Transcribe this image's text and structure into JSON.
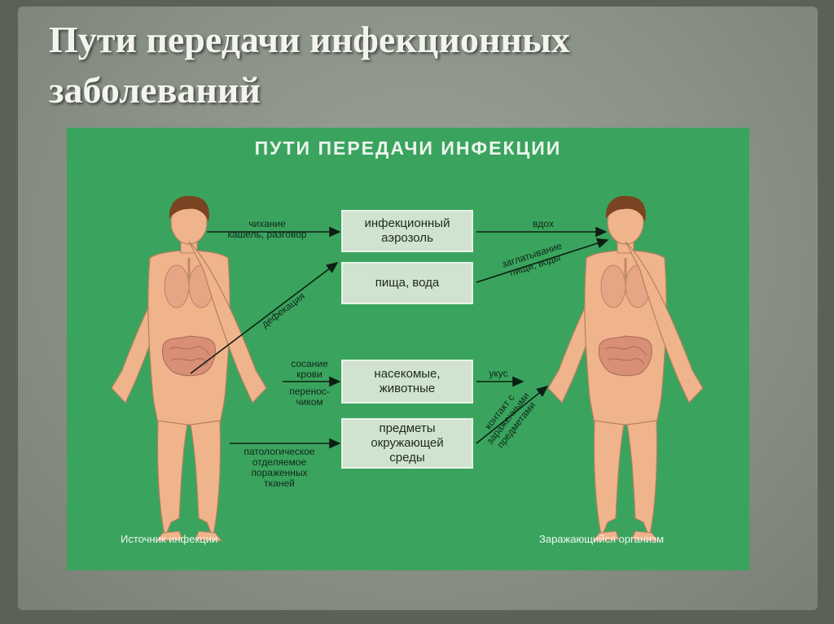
{
  "slide_title": [
    "Пути передачи инфекционных",
    "заболеваний"
  ],
  "figure": {
    "title": "ПУТИ ПЕРЕДАЧИ ИНФЕКЦИИ",
    "boxes": {
      "aerosol": [
        "инфекционный",
        "аэрозоль"
      ],
      "food": [
        "пища, вода"
      ],
      "insects": [
        "насекомые,",
        "животные"
      ],
      "objects": [
        "предметы",
        "окружающей",
        "среды"
      ]
    },
    "labels": {
      "sneeze": [
        "чихание",
        "кашель, разговор"
      ],
      "defecation": "дефекация",
      "blood": [
        "сосание",
        "крови"
      ],
      "carrier": [
        "перенос-",
        "чиком"
      ],
      "discharge": [
        "патологическое",
        "отделяемое",
        "пораженных",
        "тканей"
      ],
      "inhale": "вдох",
      "swallow": [
        "заглатывание",
        "пищи, воды"
      ],
      "bite": "укус",
      "contact": [
        "контакт с",
        "зараженными",
        "предметами"
      ]
    },
    "source_caption": "Источник инфекции",
    "target_caption": "Заражающийся организм"
  },
  "colors": {
    "panel_green": "#3aa45e",
    "box_fill": "#cfe3cf",
    "skin": "#f0b48c",
    "hair": "#7a4422"
  }
}
